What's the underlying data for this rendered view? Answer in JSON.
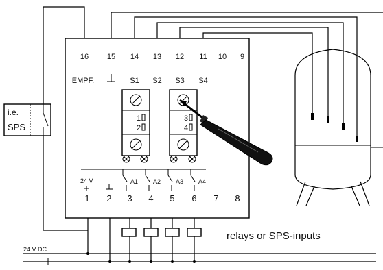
{
  "terminals_top": {
    "numbers": [
      "16",
      "15",
      "14",
      "13",
      "12",
      "11",
      "10",
      "9"
    ],
    "labels": [
      "EMPF.",
      "",
      "S1",
      "S2",
      "S3",
      "S4"
    ]
  },
  "terminals_bottom": {
    "numbers": [
      "1",
      "2",
      "3",
      "4",
      "5",
      "6",
      "7",
      "8"
    ],
    "voltage_label": "24 V",
    "relay_labels": [
      "A1",
      "A2",
      "A3",
      "A4"
    ]
  },
  "module_markers": [
    "1",
    "2",
    "3",
    "4"
  ],
  "sps_box": {
    "line1": "i.e.",
    "line2": "SPS"
  },
  "relays_caption": "relays or SPS-inputs",
  "supply_label": "24 V DC"
}
